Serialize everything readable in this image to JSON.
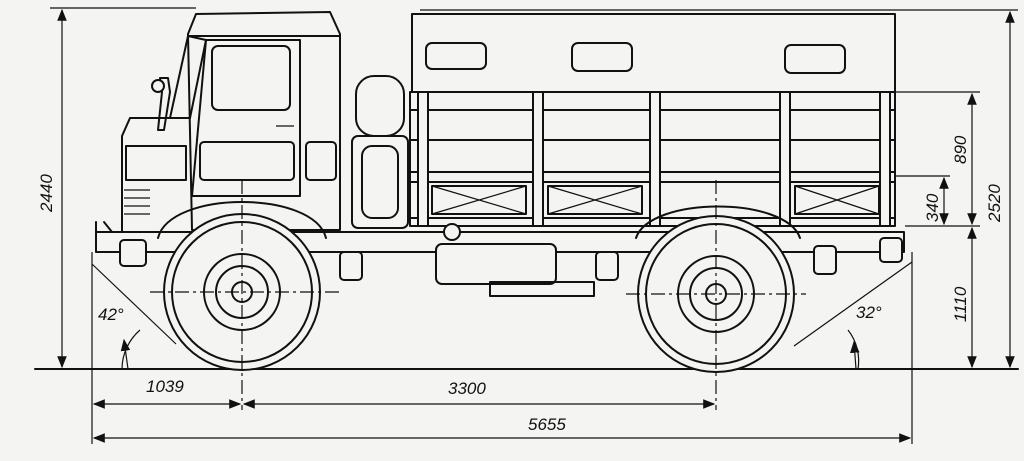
{
  "dimensions": {
    "overall_length": "5655",
    "wheelbase": "3300",
    "front_overhang": "1039",
    "cab_height": "2440",
    "overall_height": "2520",
    "frame_height": "1110",
    "side_height": "890",
    "lower_board": "340"
  },
  "angles": {
    "approach": "42°",
    "departure": "32°"
  }
}
